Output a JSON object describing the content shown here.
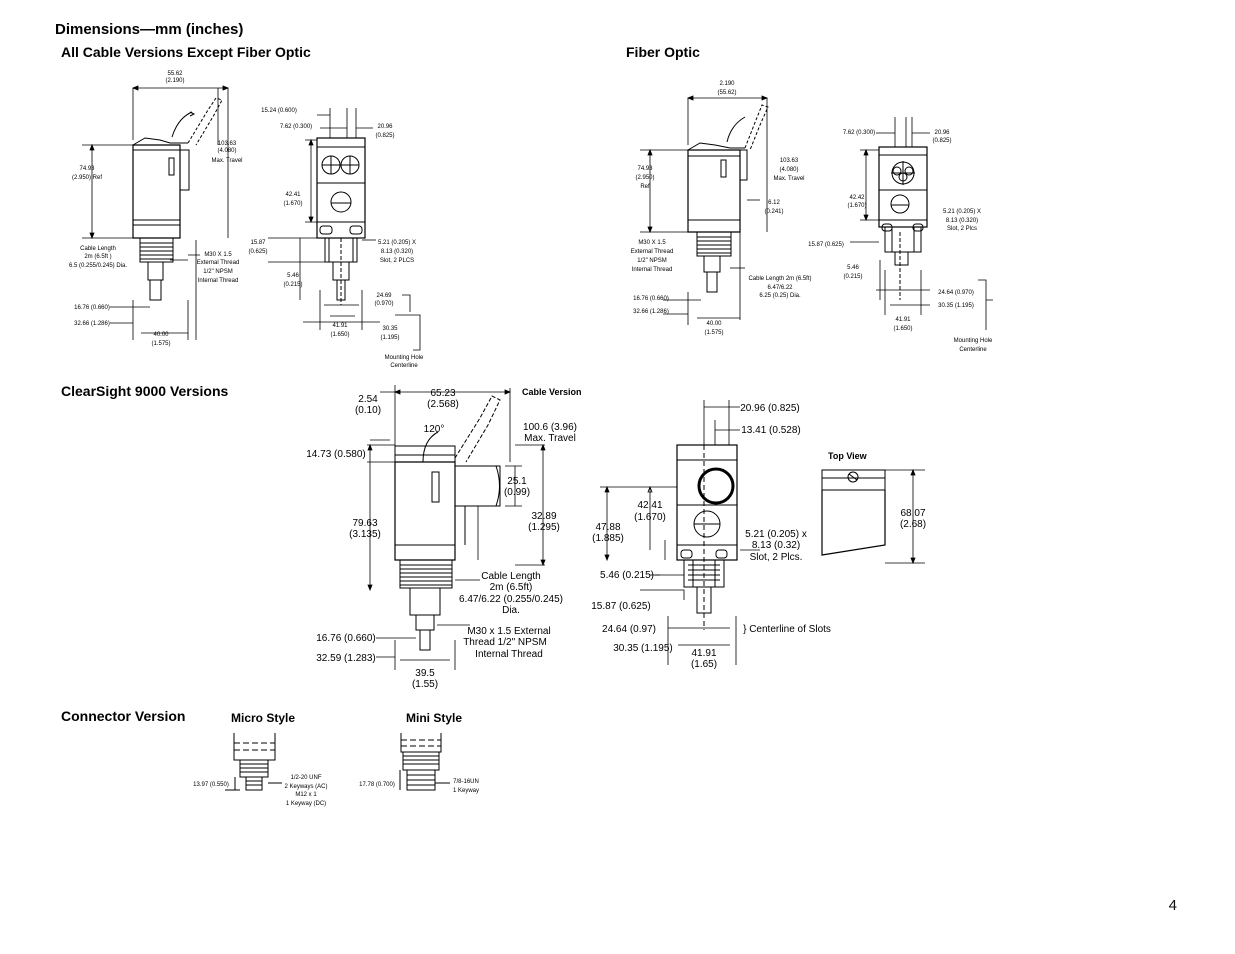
{
  "heading": "Dimensions—mm (inches)",
  "page_number": "4",
  "sections": {
    "all_cable": "All Cable Versions Except Fiber Optic",
    "fiber": "Fiber Optic",
    "clearsight": "ClearSight 9000 Versions",
    "connector": "Connector Version"
  },
  "subtitles": {
    "cable_version": "Cable Version",
    "top_view": "Top View",
    "micro_style": "Micro Style",
    "mini_style": "Mini Style"
  },
  "d1": {
    "side_width": [
      "55.62",
      "(2.190)"
    ],
    "max_travel": [
      "103.63",
      "(4.080)",
      "Max. Travel"
    ],
    "ref": [
      "74.93",
      "(2.950) Ref"
    ],
    "cable": [
      "Cable Length",
      "2m (6.5ft )",
      "6.5 (0.255/0.245) Dia."
    ],
    "thread": [
      "M30 X 1.5",
      "External Thread",
      "1/2\" NPSM",
      "Internal Thread"
    ],
    "d1676": "16.76 (0.660)",
    "d3266": "32.66 (1.286)",
    "base": [
      "40.00",
      "(1.575)"
    ],
    "f1524": "15.24 (0.600)",
    "f762": "7.62 (0.300)",
    "f2096": [
      "20.96",
      "(0.825)"
    ],
    "f4241": [
      "42.41",
      "(1.670)"
    ],
    "f1587": [
      "15.87",
      "(0.625)"
    ],
    "f546": [
      "5.46",
      "(0.215)"
    ],
    "slot": [
      "5.21 (0.205) X",
      "8.13 (0.320)",
      "Slot, 2 PLCS"
    ],
    "f2469": [
      "24.69",
      "(0.970)"
    ],
    "f4191": [
      "41.91",
      "(1.650)"
    ],
    "f3035": [
      "30.35",
      "(1.195)"
    ],
    "mount": [
      "Mounting Hole",
      "Centerline"
    ]
  },
  "d2": {
    "side_width": [
      "2.190",
      "(55.62)"
    ],
    "max_travel": [
      "103.63",
      "(4.080)",
      "Max. Travel"
    ],
    "ref": [
      "74.93",
      "(2.950)",
      "Ref"
    ],
    "thread": [
      "M30 X 1.5",
      "External Thread",
      "1/2\" NPSM",
      "Internal Thread"
    ],
    "d612": [
      "6.12",
      "(0.241)"
    ],
    "cable": [
      "Cable Length 2m (6.5ft)",
      "6.47/6.22",
      "6.25 (0.25) Dia."
    ],
    "d1676": "16.76 (0.660)",
    "d3266": "32.66 (1.286)",
    "base": [
      "40.00",
      "(1.575)"
    ],
    "f762": "7.62 (0.300)",
    "f2096": [
      "20.96",
      "(0.825)"
    ],
    "f4242": [
      "42.42",
      "(1.670)"
    ],
    "slot": [
      "5.21 (0.205) X",
      "8.13 (0.320)",
      "Slot, 2 Plcs"
    ],
    "f1587": "15.87 (0.625)",
    "f546": [
      "5.46",
      "(0.215)"
    ],
    "f2464": "24.64 (0.970)",
    "f3035": "30.35 (1.195)",
    "f4191": [
      "41.91",
      "(1.650)"
    ],
    "mount": [
      "Mounting Hole",
      "Centerline"
    ]
  },
  "d3": {
    "d254": [
      "2.54",
      "(0.10)"
    ],
    "d6523": [
      "65.23",
      "(2.568)"
    ],
    "angle": "120°",
    "max_travel": [
      "100.6 (3.96)",
      "Max. Travel"
    ],
    "d1473": "14.73 (0.580)",
    "d251": [
      "25.1",
      "(0.99)"
    ],
    "d7963": [
      "79.63",
      "(3.135)"
    ],
    "d3289": [
      "32.89",
      "(1.295)"
    ],
    "cable": [
      "Cable Length",
      "2m (6.5ft)",
      "6.47/6.22 (0.255/0.245)",
      "Dia."
    ],
    "thread": [
      "M30 x 1.5 External",
      "Thread 1/2\" NPSM",
      "Internal Thread"
    ],
    "d1676": "16.76 (0.660)",
    "d3259": "32.59 (1.283)",
    "base": [
      "39.5",
      "(1.55)"
    ]
  },
  "d4": {
    "f2096": "20.96 (0.825)",
    "f1341": "13.41 (0.528)",
    "f4241": [
      "42.41",
      "(1.670)"
    ],
    "f4788": [
      "47.88",
      "(1.885)"
    ],
    "slot": [
      "5.21 (0.205) x",
      "8.13 (0.32)",
      "Slot, 2 Plcs."
    ],
    "f546": "5.46 (0.215)",
    "f1587": "15.87 (0.625)",
    "f2464": "24.64 (0.97)",
    "centerline": "} Centerline of Slots",
    "f3035": "30.35 (1.195)",
    "f4191": [
      "41.91",
      "(1.65)"
    ],
    "top_dim": [
      "68.07",
      "(2.68)"
    ]
  },
  "d5": {
    "micro_dim": "13.97 (0.550)",
    "micro_thread": [
      "1/2-20 UNF",
      "2 Keyways (AC)",
      "M12 x 1",
      "1 Keyway (DC)"
    ],
    "mini_dim": "17.78 (0.700)",
    "mini_thread": [
      "7/8-16UN",
      "1 Keyway"
    ]
  }
}
